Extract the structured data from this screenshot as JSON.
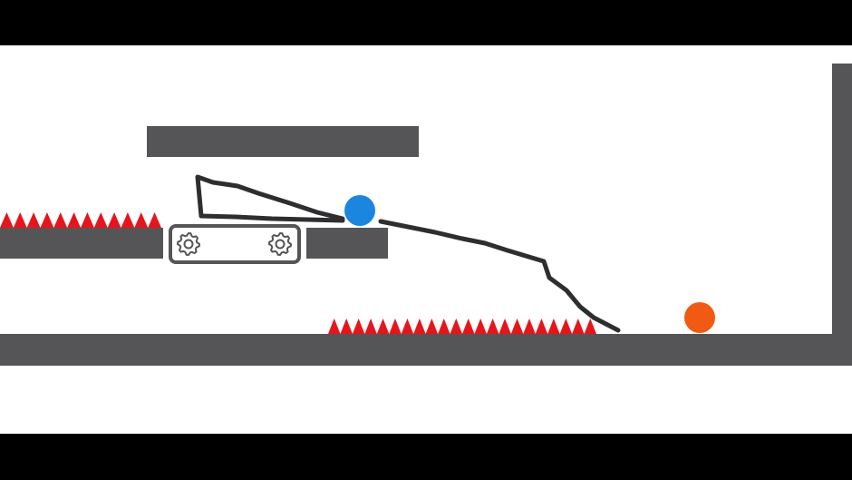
{
  "colors": {
    "letterbox": "#000000",
    "background": "#ffffff",
    "wall": "#555558",
    "spike": "#e8141a",
    "ink": "#2e2e30",
    "blue_ball": "#1a86e0",
    "orange_ball": "#f05a12"
  },
  "objects": {
    "hazards": [
      "spikes-left-shelf",
      "spikes-floor"
    ],
    "balls": [
      "blue-ball",
      "orange-ball"
    ],
    "conveyor": {
      "gears": 2,
      "icon": "gear-icon"
    }
  }
}
